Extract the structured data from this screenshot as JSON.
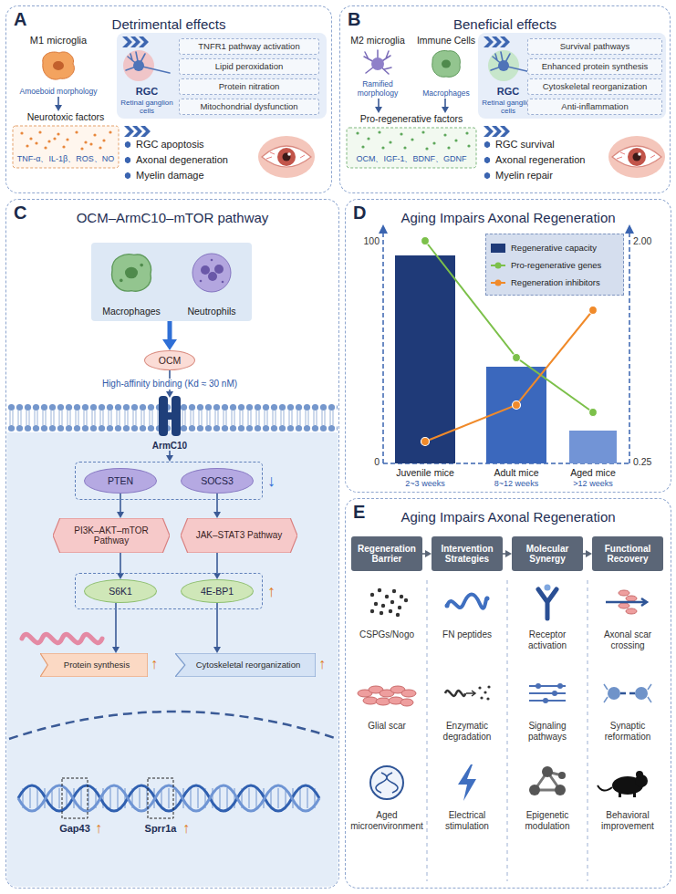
{
  "diagram": {
    "nodes": [
      {
        "text": [
          "A",
          "Detrimental effects"
        ]
      },
      {
        "text": [
          "M1 microglia",
          "Amoeboid morphology"
        ],
        "in": 0
      },
      {
        "text": [
          "Neurotoxic factors",
          "TNF-α、IL-1β、ROS、NO"
        ],
        "in": 0
      },
      {
        "text": [
          "RGC",
          "Retinal ganglion cells"
        ],
        "in": 0
      },
      {
        "text": [
          "TNFR1 pathway activation"
        ],
        "in": 3
      },
      {
        "text": [
          "Lipid peroxidation"
        ],
        "in": 3
      },
      {
        "text": [
          "Protein nitration"
        ],
        "in": 3
      },
      {
        "text": [
          "Mitochondrial dysfunction"
        ],
        "in": 3
      },
      {
        "text": [
          "RGC apoptosis",
          "Axonal degeneration",
          "Myelin damage"
        ],
        "in": 0
      },
      {
        "text": [
          "B",
          "Beneficial effects"
        ]
      },
      {
        "text": [
          "M2 microglia",
          "Ramified morphology"
        ],
        "in": 9
      },
      {
        "text": [
          "Immune Cells",
          "Macrophages"
        ],
        "in": 9
      },
      {
        "text": [
          "Pro-regenerative factors",
          "OCM、IGF-1、BDNF、GDNF"
        ],
        "in": 9
      },
      {
        "text": [
          "RGC",
          "Retinal ganglion cells"
        ],
        "in": 9
      },
      {
        "text": [
          "Survival pathways"
        ],
        "in": 13
      },
      {
        "text": [
          "Enhanced protein synthesis"
        ],
        "in": 13
      },
      {
        "text": [
          "Cytoskeletal reorganization"
        ],
        "in": 13
      },
      {
        "text": [
          "Anti-inflammation"
        ],
        "in": 13
      },
      {
        "text": [
          "RGC survival",
          "Axonal regeneration",
          "Myelin repair"
        ],
        "in": 9
      },
      {
        "text": [
          "C",
          "OCM–ArmC10–mTOR pathway"
        ]
      },
      {
        "text": [
          "Macrophages",
          "Neutrophils"
        ],
        "in": 19
      },
      {
        "text": [
          "OCM"
        ],
        "in": 19
      },
      {
        "text": [
          "ArmC10"
        ],
        "in": 19
      },
      {
        "text": [
          "↓"
        ],
        "in": 19
      },
      {
        "text": [
          "PTEN"
        ],
        "in": 23
      },
      {
        "text": [
          "SOCS3"
        ],
        "in": 23
      },
      {
        "text": [
          "PI3K–AKT–mTOR Pathway"
        ],
        "in": 19
      },
      {
        "text": [
          "JAK–STAT3 Pathway"
        ],
        "in": 19
      },
      {
        "text": [
          "↑"
        ],
        "in": 19
      },
      {
        "text": [
          "S6K1"
        ],
        "in": 28
      },
      {
        "text": [
          "4E-BP1"
        ],
        "in": 28
      },
      {
        "text": [
          "Protein synthesis"
        ],
        "in": 19
      },
      {
        "text": [
          "Cytoskeletal reorganization"
        ],
        "in": 19
      },
      {
        "text": [
          "D",
          "Aging Impairs Axonal Regeneration"
        ]
      },
      {
        "text": [
          "E",
          "Aging Impairs Axonal Regeneration"
        ]
      },
      {
        "text": [
          "Regeneration Barrier"
        ],
        "in": 34
      },
      {
        "text": [
          "Intervention Strategies"
        ],
        "in": 34
      },
      {
        "text": [
          "Molecular Synergy"
        ],
        "in": 34
      },
      {
        "text": [
          "Functional Recovery"
        ],
        "in": 34
      }
    ],
    "edges": [
      {
        "from": 1,
        "to": 2,
        "arrow": "to"
      },
      {
        "from": 10,
        "to": 12,
        "arrow": "to"
      },
      {
        "from": 11,
        "to": 12,
        "arrow": "to"
      },
      {
        "from": 20,
        "to": 21,
        "arrow": "to"
      },
      {
        "from": 21,
        "to": 22,
        "label": "High-affinity binding (Kd ≈ 30 nM)",
        "arrow": "to"
      },
      {
        "from": 22,
        "to": 23,
        "arrow": "to"
      },
      {
        "from": 24,
        "to": 26,
        "arrow": "to"
      },
      {
        "from": 25,
        "to": 27,
        "arrow": "to"
      },
      {
        "from": 26,
        "to": 29,
        "arrow": "to"
      },
      {
        "from": 27,
        "to": 30,
        "arrow": "to"
      },
      {
        "from": 29,
        "to": 31,
        "arrow": "to"
      },
      {
        "from": 30,
        "to": 32,
        "arrow": "to"
      },
      {
        "from": 35,
        "to": 36,
        "arrow": "to"
      },
      {
        "from": 36,
        "to": 37,
        "arrow": "to"
      },
      {
        "from": 37,
        "to": 38,
        "arrow": "to"
      }
    ],
    "labels": [
      "↑",
      "↑",
      "Gap43",
      "↑",
      "Sprr1a",
      "↑",
      "100",
      "0",
      "2.00",
      "0.25",
      "Juvenile mice",
      "2~3 weeks",
      "Adult mice",
      "8~12 weeks",
      "Aged mice",
      ">12 weeks",
      "CSPGs/Nogo",
      "FN peptides",
      "Receptor activation",
      "Axonal scar crossing",
      "Glial scar",
      "Enzymatic degradation",
      "Signaling pathways",
      "Synaptic reformation",
      "Aged microenvironment",
      "Electrical stimulation",
      "Epigenetic modulation",
      "Behavioral improvement"
    ],
    "legend": [
      {
        "text": "Regenerative capacity",
        "color": "#1f3a78"
      },
      {
        "text": "Pro-regenerative genes"
      },
      {
        "text": "Regeneration inhibitors"
      }
    ]
  }
}
